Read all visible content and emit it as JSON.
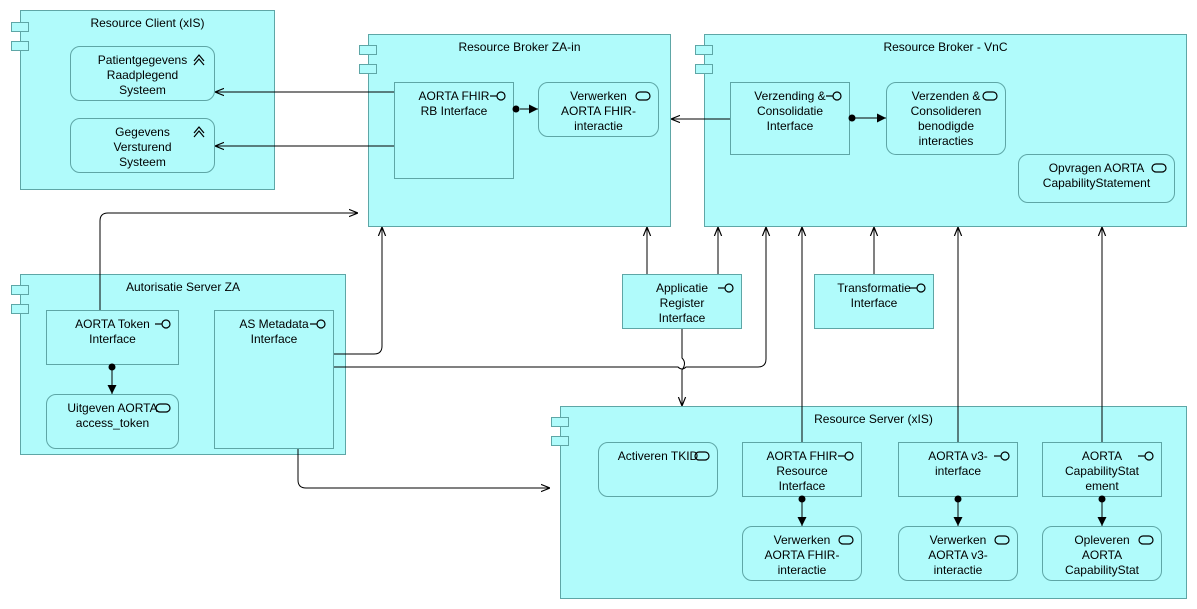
{
  "components": {
    "resource_client": {
      "title": "Resource Client (xIS)"
    },
    "broker_za": {
      "title": "Resource Broker ZA-in"
    },
    "broker_vnc": {
      "title": "Resource Broker - VnC"
    },
    "auth_server": {
      "title": "Autorisatie Server ZA"
    },
    "resource_server": {
      "title": "Resource Server (xIS)"
    }
  },
  "elements": {
    "patientgegevens": "Patientgegevens Raadplegend Systeem",
    "gegevens_versturend": "Gegevens Versturend Systeem",
    "aorta_fhir_rb": "AORTA FHIR RB Interface",
    "verwerken_fhir_za": "Verwerken AORTA FHIR-interactie",
    "verzending_consolidatie": "Verzending & Consolidatie Interface",
    "verzenden_consolideren": "Verzenden & Consolideren benodigde interacties",
    "opvragen_capability": "Opvragen AORTA CapabilityStatement",
    "aorta_token": "AORTA Token Interface",
    "uitgeven_token": "Uitgeven AORTA access_token",
    "as_metadata": "AS Metadata Interface",
    "applicatie_register": "Applicatie Register Interface",
    "transformatie": "Transformatie Interface",
    "activeren_tkid": "Activeren TKID",
    "aorta_fhir_resource": "AORTA FHIR Resource Interface",
    "aorta_v3": "AORTA v3-interface",
    "aorta_capability_stat": "AORTA CapabilityStat ement",
    "verwerken_fhir_rs": "Verwerken AORTA FHIR-interactie",
    "verwerken_v3": "Verwerken AORTA v3-interactie",
    "opleveren_capability": "Opleveren AORTA CapabilityStat"
  },
  "icons": {
    "interface": "interface-icon",
    "service": "service-icon",
    "actor": "application-process-icon"
  },
  "colors": {
    "fill": "#b0fbfb",
    "border": "#5ea6a6",
    "line": "#000000"
  }
}
